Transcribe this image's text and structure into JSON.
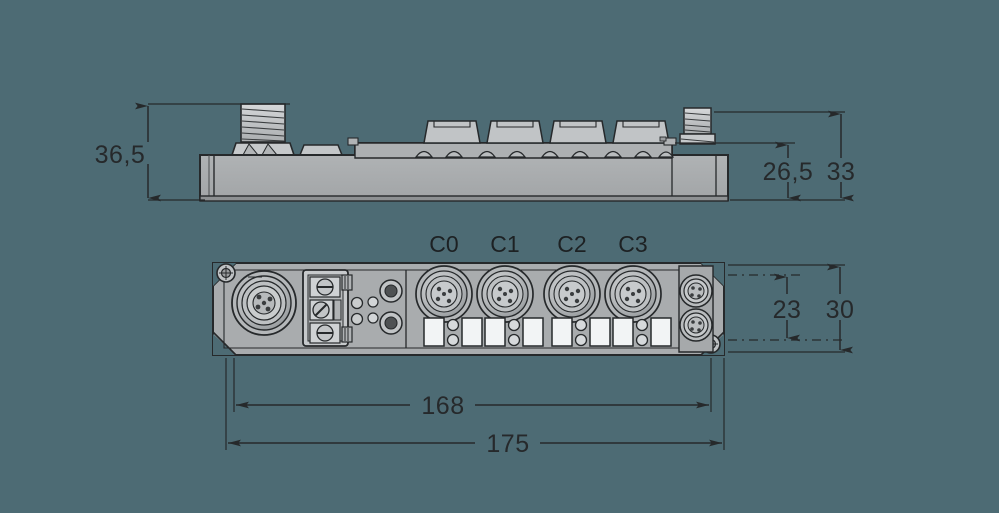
{
  "drawing": {
    "type": "technical-dimensional-drawing",
    "subject": "industrial I/O fieldbus module",
    "background_color": "#4d6b74",
    "line_color": "#26292b",
    "body_fill": "#a9acae",
    "body_fill_light": "#c3c6c8",
    "body_fill_dark": "#8e9193",
    "units": "mm"
  },
  "views": {
    "side": {
      "name": "side-elevation-view",
      "dimensions": {
        "left_height": "36,5",
        "right_inner_height": "26,5",
        "right_outer_height": "33"
      }
    },
    "bottom": {
      "name": "front-face-view",
      "dimensions": {
        "inner_width": "168",
        "overall_width": "175",
        "inner_height": "23",
        "overall_height": "30"
      },
      "channel_labels": [
        "C0",
        "C1",
        "C2",
        "C3"
      ]
    }
  },
  "dimensions": {
    "d_36_5": "36,5",
    "d_26_5": "26,5",
    "d_33": "33",
    "d_168": "168",
    "d_175": "175",
    "d_23": "23",
    "d_30": "30"
  },
  "channels": {
    "c0": "C0",
    "c1": "C1",
    "c2": "C2",
    "c3": "C3"
  }
}
